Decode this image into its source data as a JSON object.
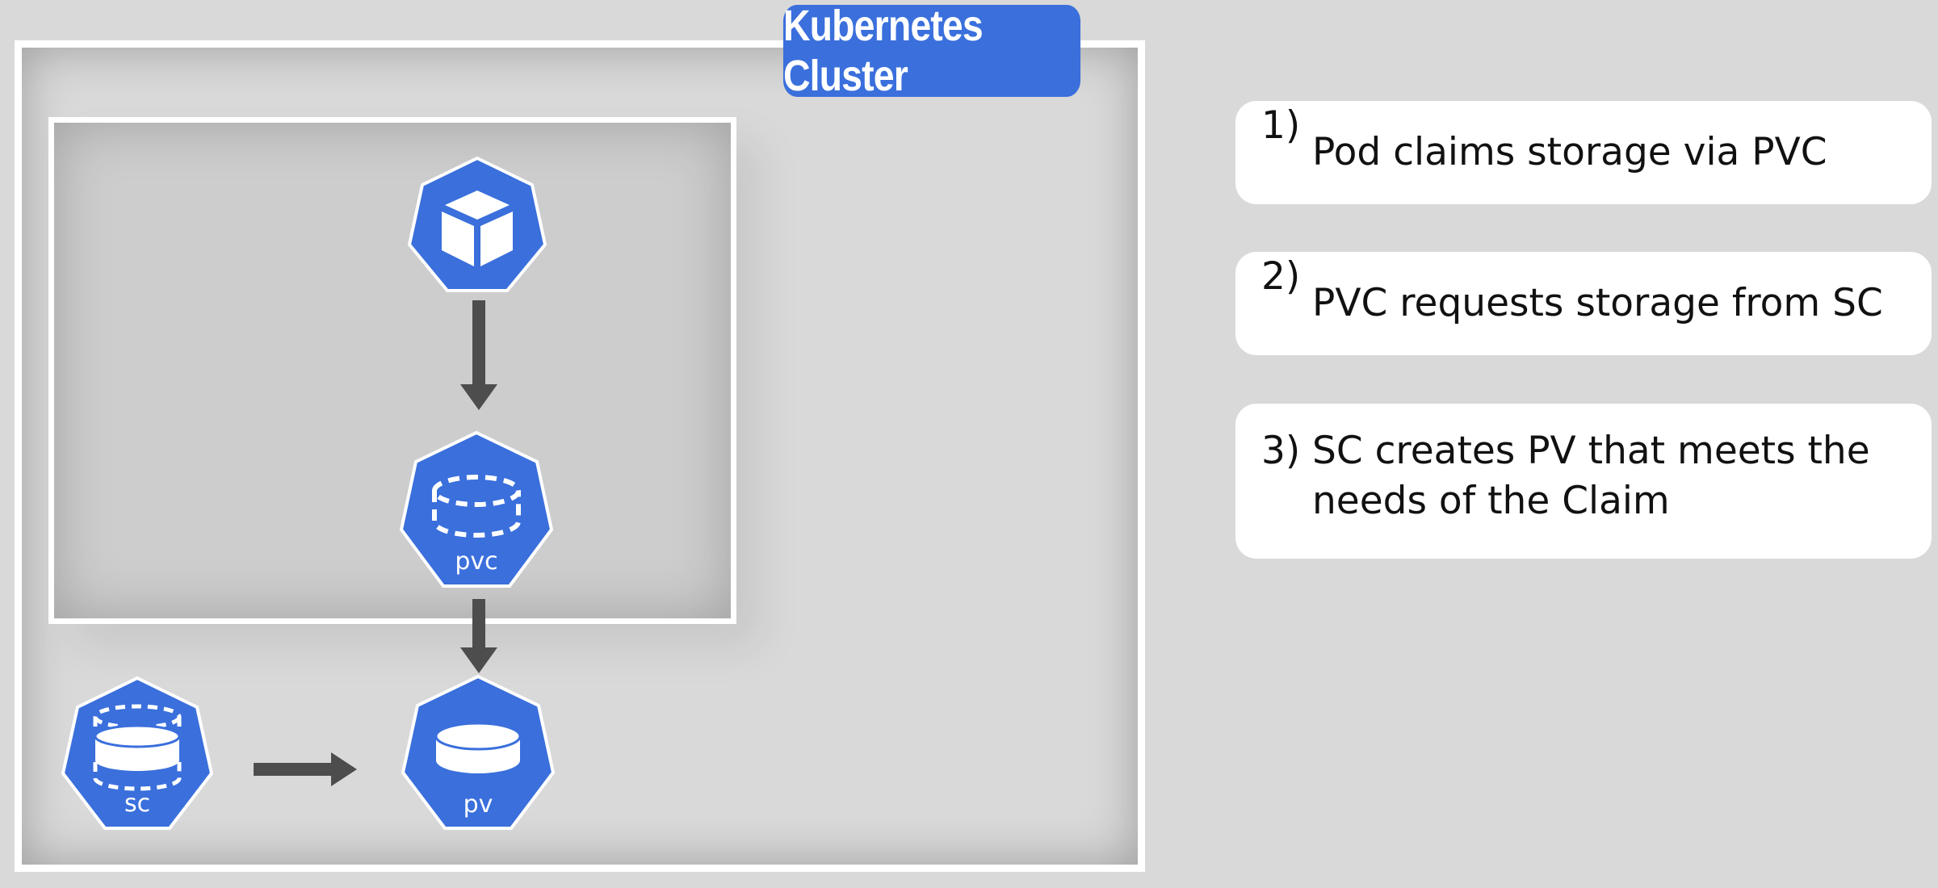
{
  "cluster": {
    "title": "Kubernetes Cluster"
  },
  "nodes": {
    "pod": {
      "icon": "cube-icon",
      "label": ""
    },
    "pvc": {
      "icon": "dashed-cylinder-icon",
      "label": "pvc"
    },
    "pv": {
      "icon": "disk-icon",
      "label": "pv"
    },
    "sc": {
      "icon": "stacked-cylinders-icon",
      "label": "sc"
    }
  },
  "steps": [
    {
      "num": "1)",
      "text": "Pod claims storage via PVC"
    },
    {
      "num": "2)",
      "text": "PVC requests storage from SC"
    },
    {
      "num": "3)",
      "text": "SC creates PV that meets the needs of the Claim"
    }
  ],
  "colors": {
    "accent": "#3a6fdc",
    "arrow": "#4d4d4d",
    "background": "#d9d9d9"
  }
}
